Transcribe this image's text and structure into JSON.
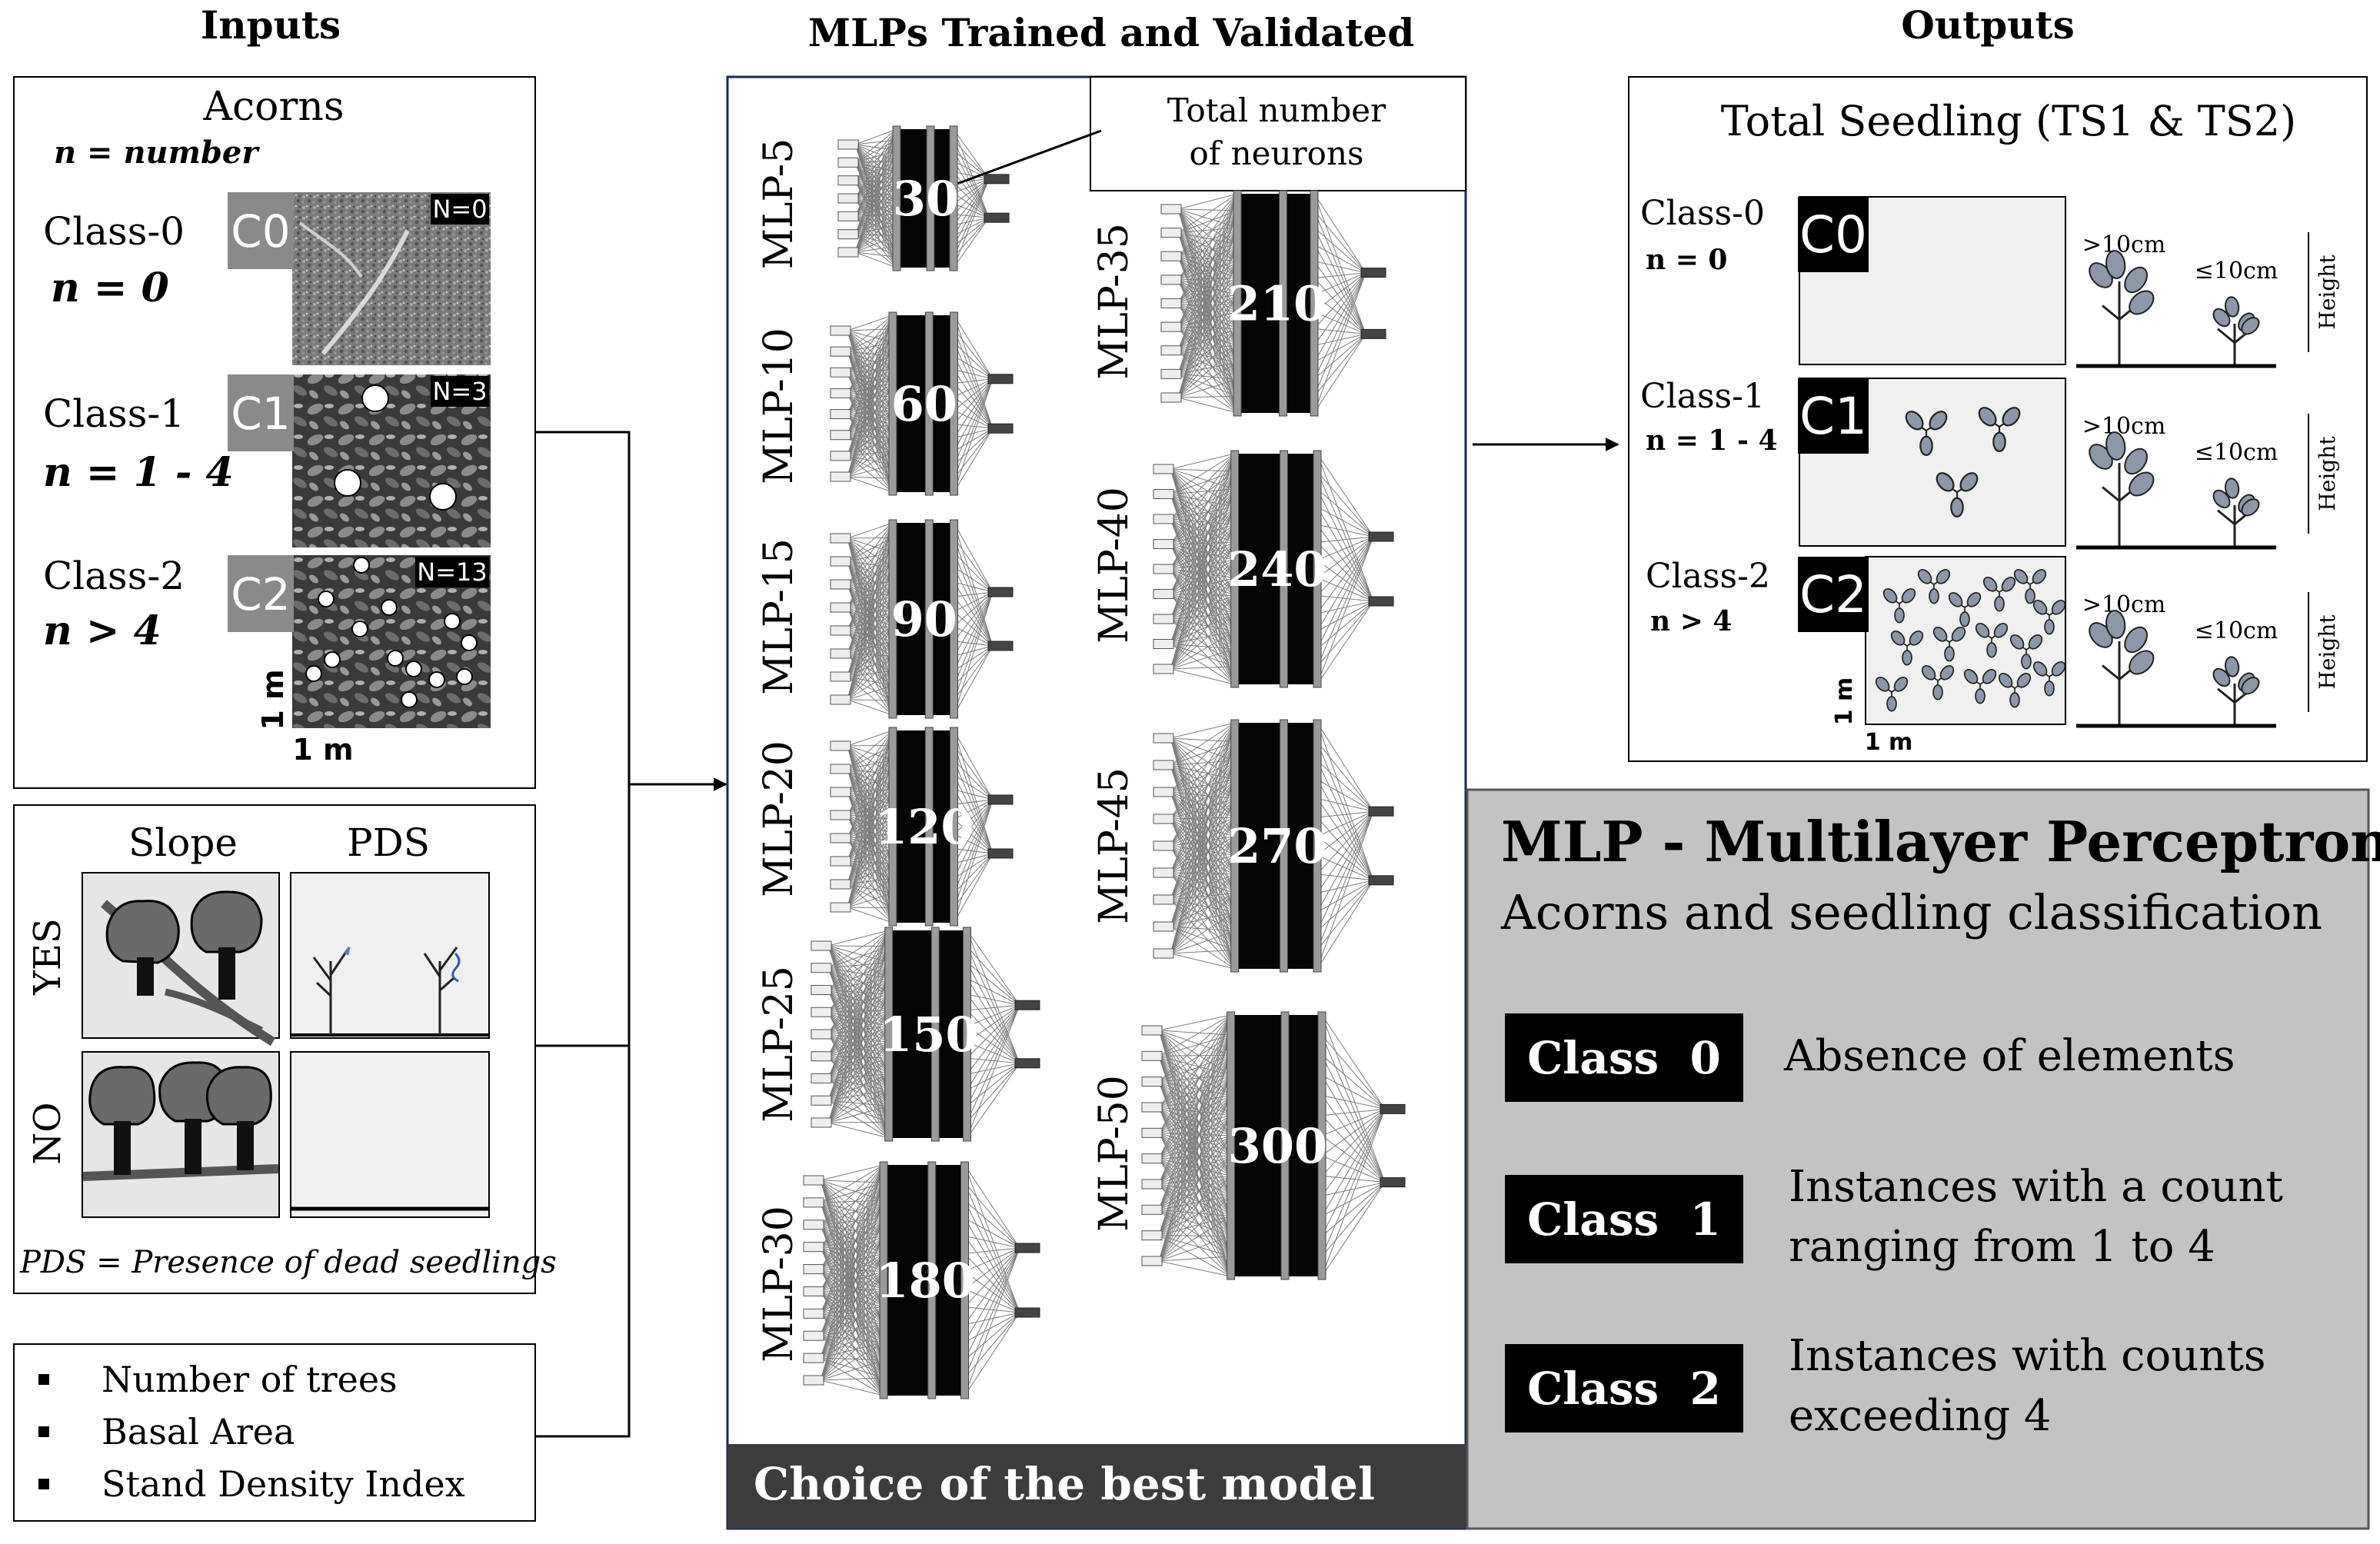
{
  "headers": {
    "inputs": "Inputs",
    "mlps": "MLPs Trained and Validated",
    "outputs": "Outputs"
  },
  "acorns": {
    "title": "Acorns",
    "legend": "n = number",
    "scale_x": "1 m",
    "scale_y": "1 m",
    "classes": [
      {
        "label": "Class-0",
        "n": "n = 0",
        "badge": "C0",
        "count": "N=0"
      },
      {
        "label": "Class-1",
        "n": "n = 1 - 4",
        "badge": "C1",
        "count": "N=3"
      },
      {
        "label": "Class-2",
        "n": "n > 4",
        "badge": "C2",
        "count": "N=13"
      }
    ]
  },
  "slope_pds": {
    "slope_label": "Slope",
    "pds_label": "PDS",
    "yes_label": "YES",
    "no_label": "NO",
    "footnote": "PDS = Presence of dead seedlings"
  },
  "stand_vars": {
    "items": [
      "Number of trees",
      "Basal Area",
      "Stand Density Index"
    ]
  },
  "mlps": {
    "callout": [
      "Total number",
      "of neurons"
    ],
    "models": [
      {
        "name": "MLP-5",
        "neurons": "30"
      },
      {
        "name": "MLP-10",
        "neurons": "60"
      },
      {
        "name": "MLP-15",
        "neurons": "90"
      },
      {
        "name": "MLP-20",
        "neurons": "120"
      },
      {
        "name": "MLP-25",
        "neurons": "150"
      },
      {
        "name": "MLP-30",
        "neurons": "180"
      },
      {
        "name": "MLP-35",
        "neurons": "210"
      },
      {
        "name": "MLP-40",
        "neurons": "240"
      },
      {
        "name": "MLP-45",
        "neurons": "270"
      },
      {
        "name": "MLP-50",
        "neurons": "300"
      }
    ],
    "choice_label": "Choice of the best model"
  },
  "outputs": {
    "title": "Total Seedling (TS1 & TS2)",
    "height_tall": ">10cm",
    "height_short": "≤10cm",
    "height_label": "Height",
    "scale_x": "1 m",
    "scale_y": "1 m",
    "classes": [
      {
        "label": "Class-0",
        "n": "n = 0",
        "badge": "C0"
      },
      {
        "label": "Class-1",
        "n": "n = 1 - 4",
        "badge": "C1"
      },
      {
        "label": "Class-2",
        "n": "n > 4",
        "badge": "C2"
      }
    ]
  },
  "legend_panel": {
    "title": "MLP - Multilayer Perceptron",
    "subtitle": "Acorns and seedling classification",
    "rows": [
      {
        "badge": "Class  0",
        "lines": [
          "Absence of elements"
        ]
      },
      {
        "badge": "Class  1",
        "lines": [
          "Instances with a count",
          "ranging from 1 to 4"
        ]
      },
      {
        "badge": "Class  2",
        "lines": [
          "Instances with counts",
          "exceeding 4"
        ]
      }
    ]
  },
  "colors": {
    "panel_gray": "#c3c3c3",
    "badge_gray": "#8a8a8a",
    "dark_bar": "#3c3c3c",
    "black": "#000000",
    "leaf": "#8d97a8",
    "tree_dark": "#5c5c5c"
  }
}
